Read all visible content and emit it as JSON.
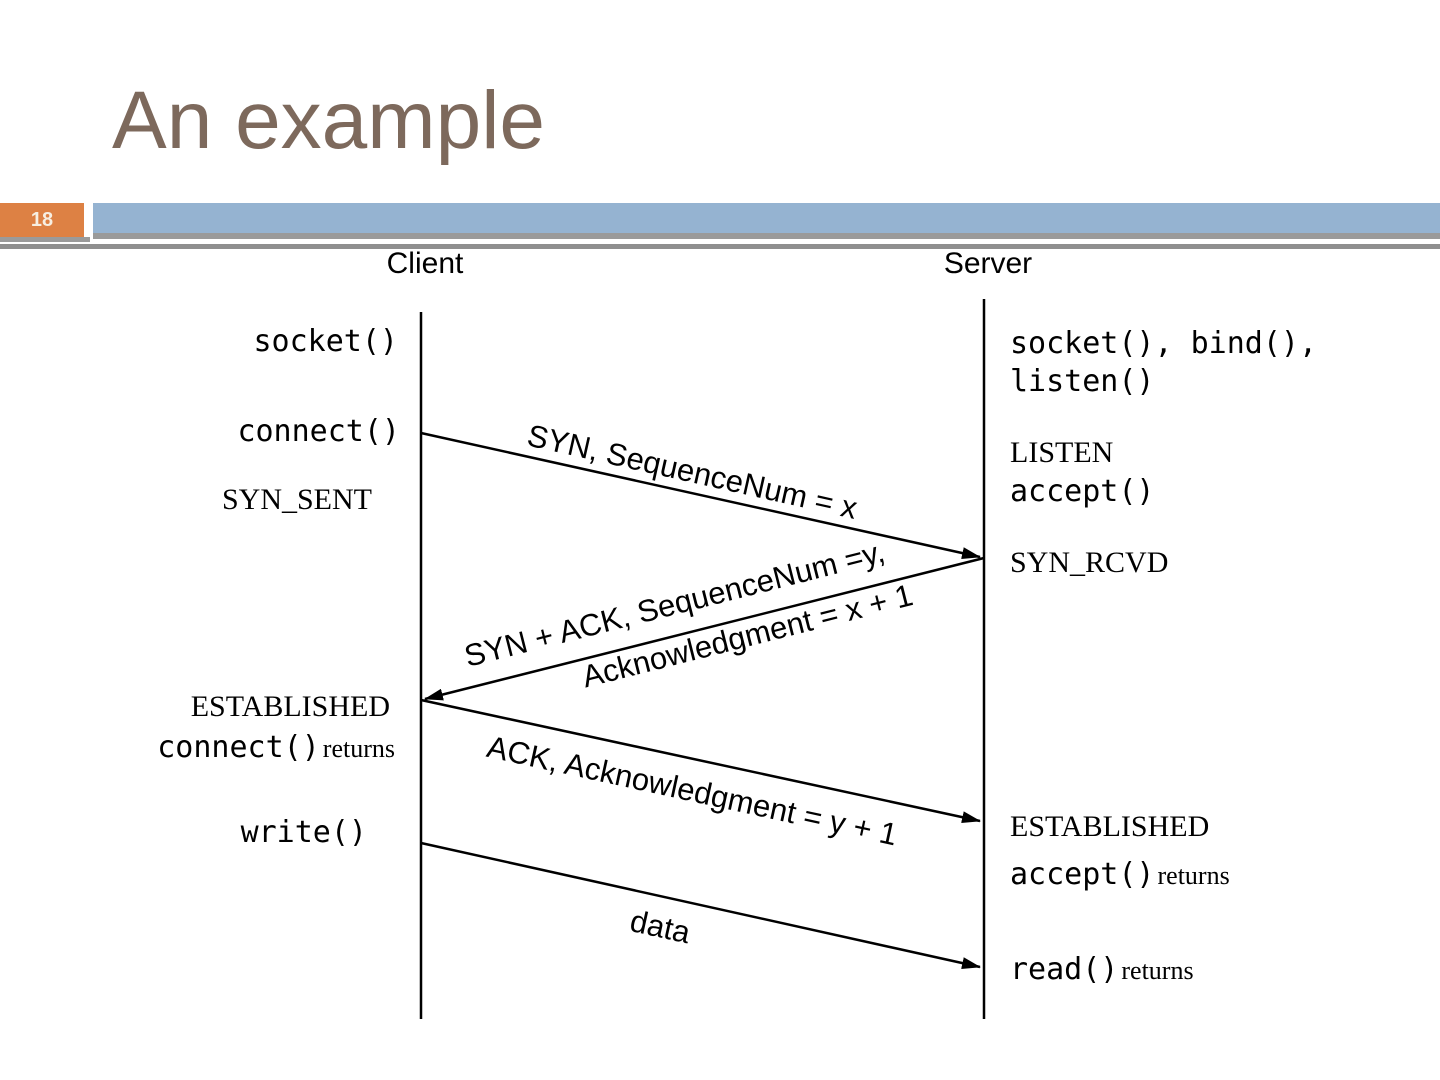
{
  "slide": {
    "title": "An example",
    "number": "18"
  },
  "columns": {
    "client_header": "Client",
    "server_header": "Server"
  },
  "client": {
    "socket": "socket()",
    "connect": "connect()",
    "syn_sent": "SYN_SENT",
    "established": "ESTABLISHED",
    "connect_return": "connect()",
    "connect_return_suffix": "returns",
    "write": "write()"
  },
  "server": {
    "socket_bind": "socket(), bind(),",
    "listen_call": "listen()",
    "listen_state": "LISTEN",
    "accept": "accept()",
    "syn_rcvd": "SYN_RCVD",
    "established": "ESTABLISHED",
    "accept_return": "accept()",
    "accept_return_suffix": "returns",
    "read_return": "read()",
    "read_return_suffix": "returns"
  },
  "messages": {
    "syn": "SYN, SequenceNum = x",
    "syn_ack_line1": "SYN + ACK, SequenceNum =y,",
    "syn_ack_line2": "Acknowledgment = x + 1",
    "ack": "ACK, Acknowledgment = y + 1",
    "data": "data"
  },
  "colors": {
    "title_text": "#7D695C",
    "badge_background": "#DD8144",
    "badge_text": "#F7EFE2",
    "header_bar_blue": "#95B3D1",
    "bar_shadow_gray": "#9A9A9A",
    "divider_gray": "#8F8F8F",
    "diagram_ink": "#000000"
  }
}
